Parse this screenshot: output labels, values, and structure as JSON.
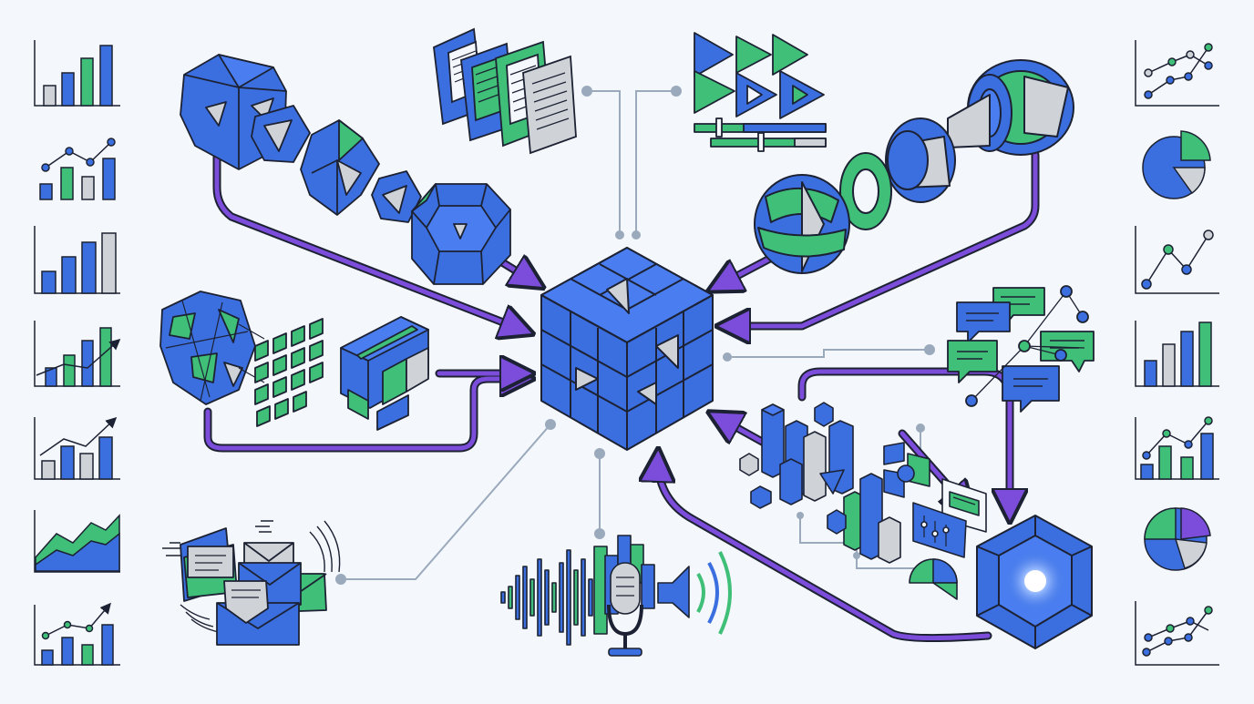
{
  "colors": {
    "background": "#f4f7fb",
    "blue": "#3b6fe0",
    "green": "#3fbf78",
    "grey": "#cfd3d8",
    "purple": "#7c4ddb",
    "connector": "#9aa9bc",
    "outline": "#1c2233"
  },
  "diagram": {
    "center_node": "central-cube",
    "inputs": [
      {
        "name": "fragmented-geometry-pipeline",
        "icon": "polyhedra-icon"
      },
      {
        "name": "map-to-grid-pipeline",
        "icon": "map-icon"
      },
      {
        "name": "documents",
        "icon": "document-stack-icon"
      },
      {
        "name": "media-playback",
        "icon": "play-icon"
      },
      {
        "name": "capsule-assembly",
        "icon": "capsule-icon"
      },
      {
        "name": "chat-network",
        "icon": "chat-bubble-icon"
      },
      {
        "name": "analytics-dashboard",
        "icon": "bar-chart-3d-icon"
      },
      {
        "name": "glowing-hexagon-core",
        "icon": "hexagon-core-icon"
      },
      {
        "name": "email",
        "icon": "envelope-icon"
      },
      {
        "name": "audio-input",
        "icon": "microphone-icon"
      }
    ]
  },
  "left_column": [
    {
      "type": "bar",
      "icon": "bar-chart-icon"
    },
    {
      "type": "bar-line",
      "icon": "bar-line-chart-icon"
    },
    {
      "type": "bar",
      "icon": "bar-chart-icon"
    },
    {
      "type": "bar-trend",
      "icon": "trend-chart-icon"
    },
    {
      "type": "bar-trend",
      "icon": "trend-chart-icon"
    },
    {
      "type": "area",
      "icon": "area-chart-icon"
    },
    {
      "type": "bar-line",
      "icon": "bar-line-chart-icon"
    }
  ],
  "right_column": [
    {
      "type": "scatter-line",
      "icon": "line-chart-icon"
    },
    {
      "type": "pie",
      "icon": "pie-chart-icon"
    },
    {
      "type": "line",
      "icon": "line-chart-icon"
    },
    {
      "type": "bar",
      "icon": "bar-chart-icon"
    },
    {
      "type": "bar-line",
      "icon": "bar-line-chart-icon"
    },
    {
      "type": "pie",
      "icon": "pie-chart-icon"
    },
    {
      "type": "scatter-line",
      "icon": "scatter-chart-icon"
    }
  ]
}
